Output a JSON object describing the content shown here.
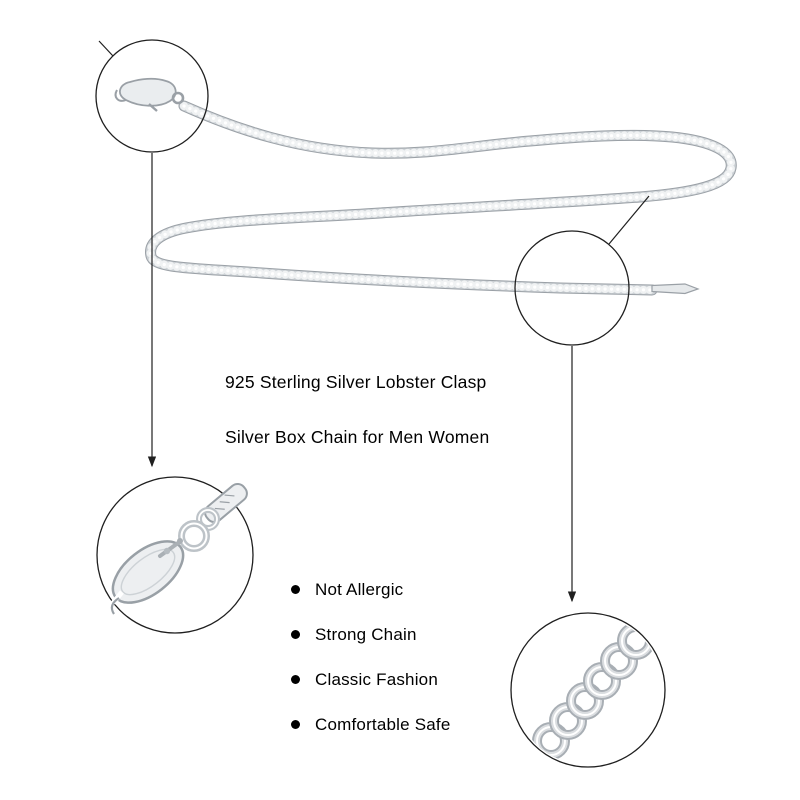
{
  "product": {
    "title_line1": "925 Sterling Silver Lobster Clasp",
    "title_line2": "Silver Box Chain for Men Women"
  },
  "features": [
    {
      "label": "Not Allergic"
    },
    {
      "label": "Strong Chain"
    },
    {
      "label": "Classic Fashion"
    },
    {
      "label": "Comfortable Safe"
    }
  ],
  "icons": {
    "bullet": "filled-black-dot",
    "callouts": "magnifier-circle-with-arrow"
  },
  "colors": {
    "background": "#ffffff",
    "text": "#000000",
    "line": "#1f1f1f",
    "silver_outline": "#9aa0a6",
    "silver_body": "#ced3d7",
    "silver_light": "#f0f2f3",
    "silver_highlight": "#ffffff"
  }
}
